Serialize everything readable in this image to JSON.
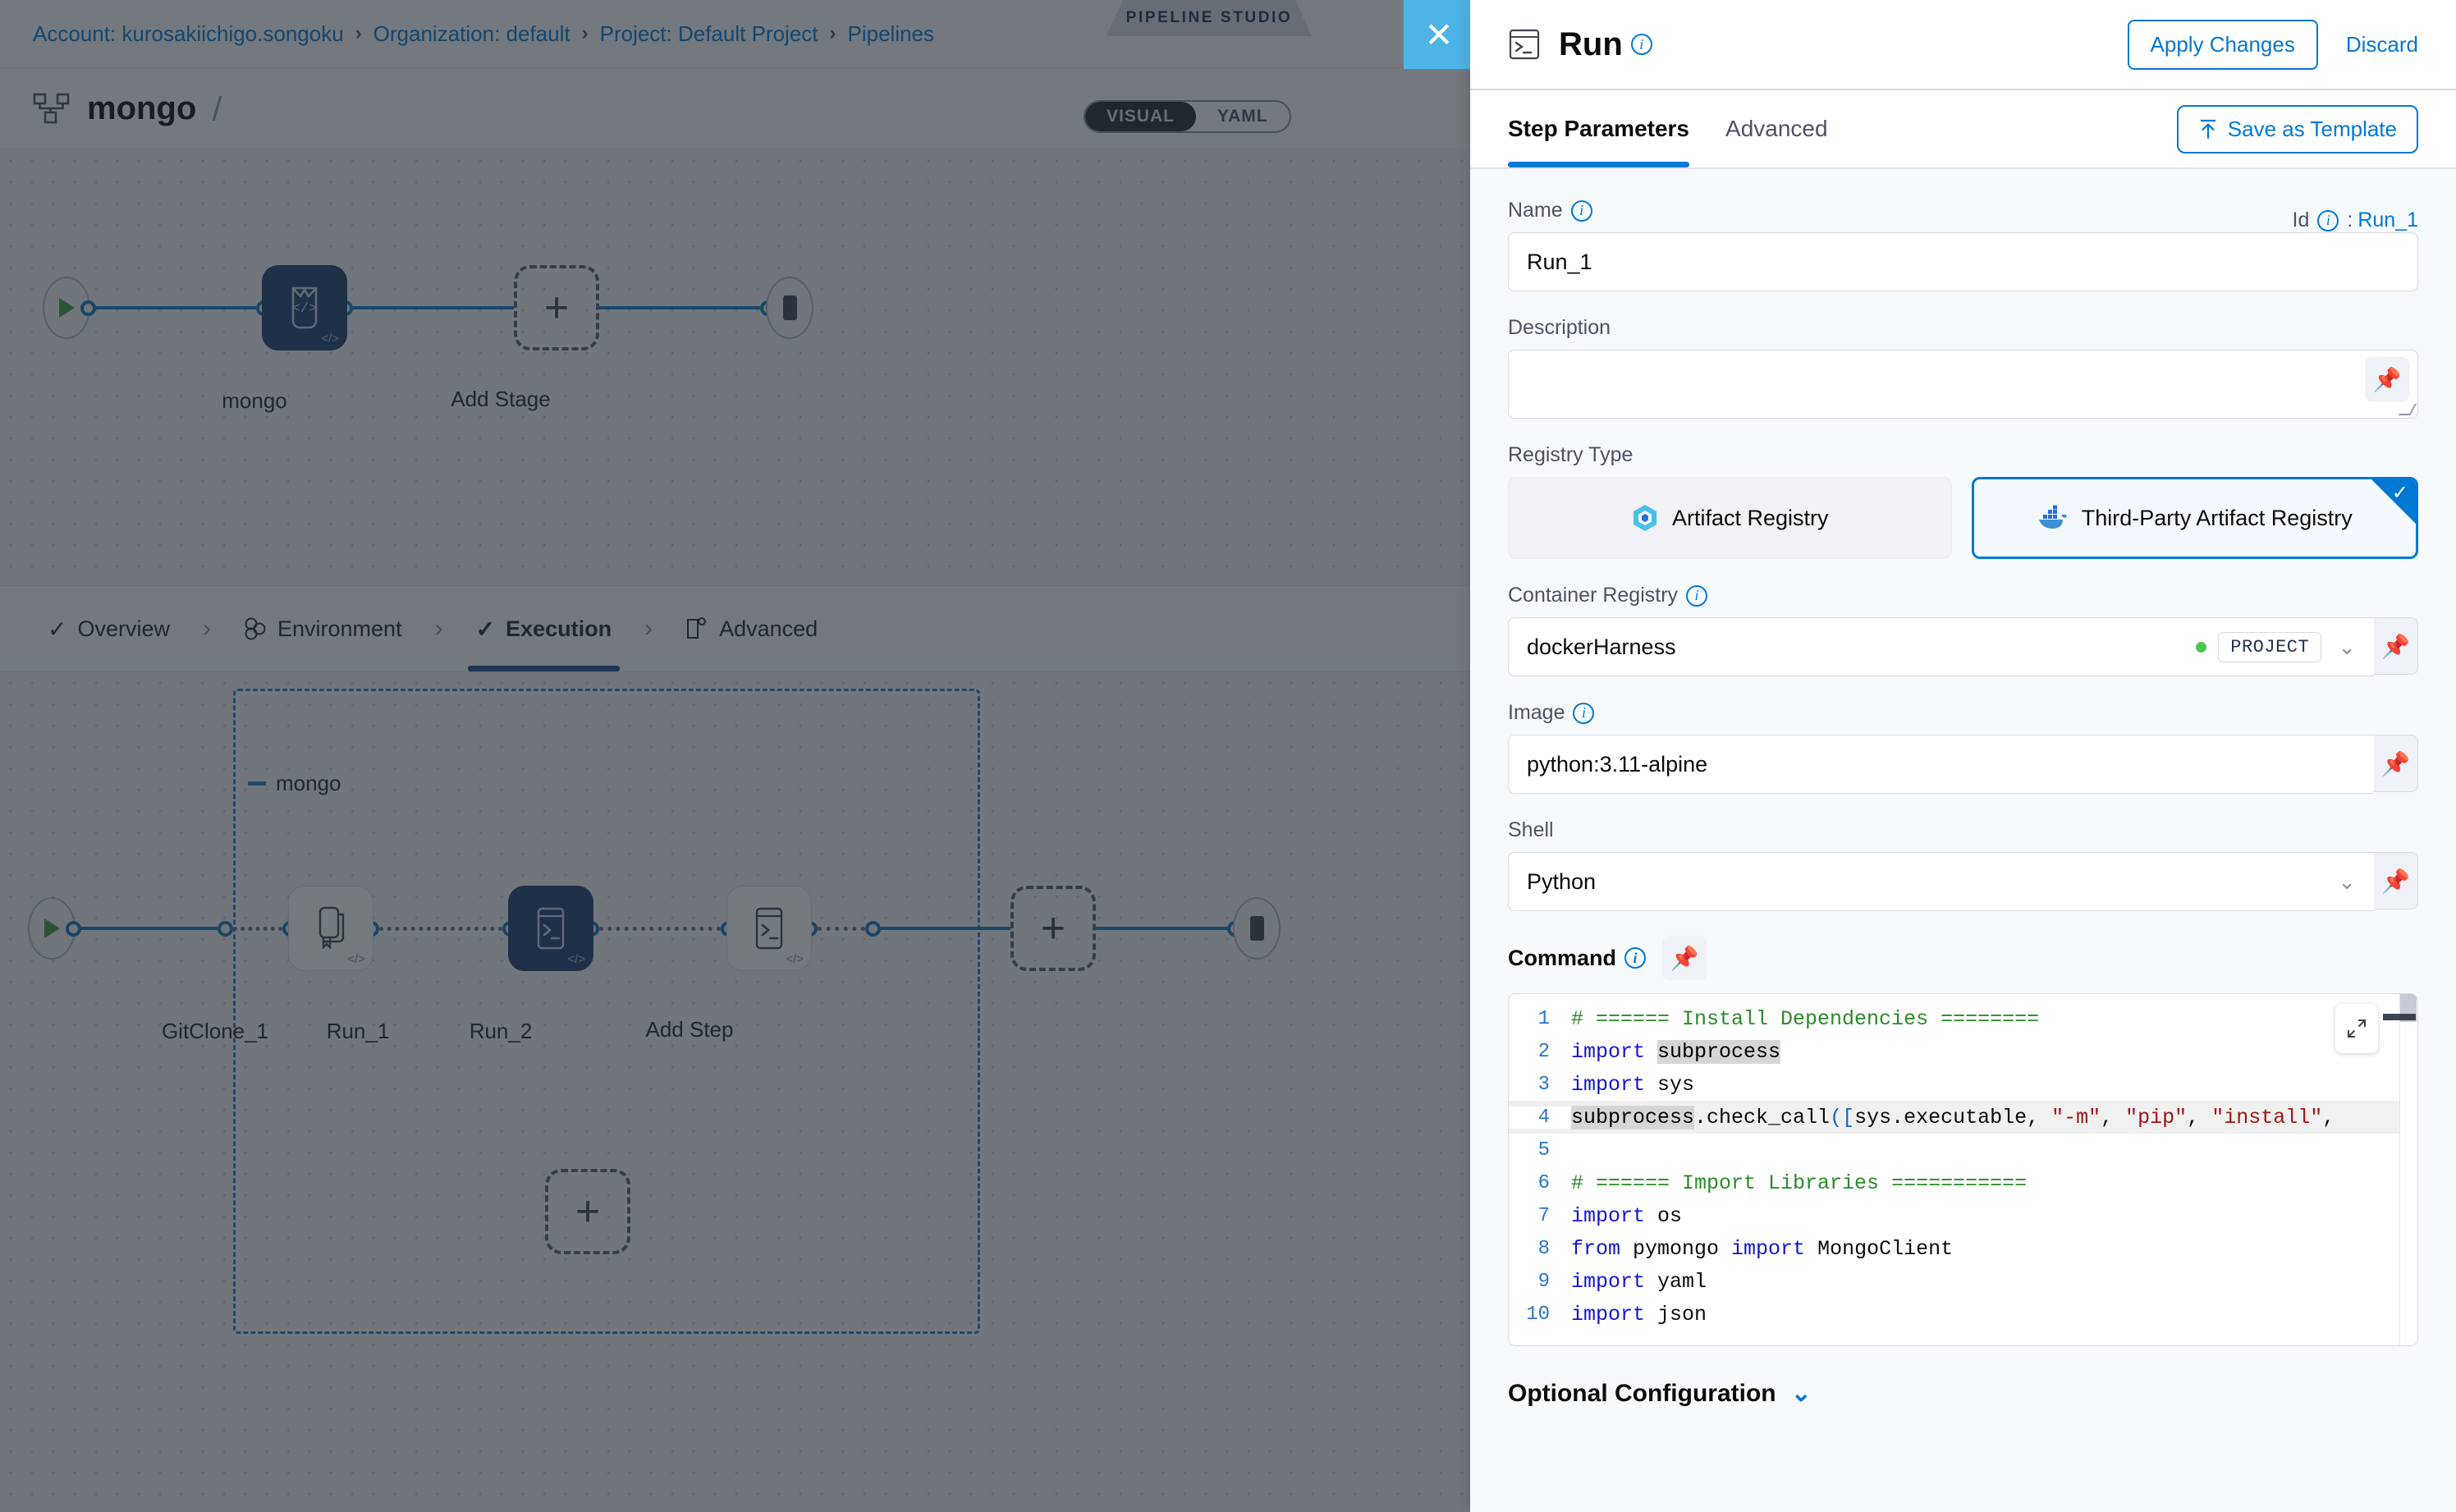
{
  "breadcrumb": {
    "items": [
      {
        "label": "Account: kurosakiichigo.songoku"
      },
      {
        "label": "Organization: default"
      },
      {
        "label": "Project: Default Project"
      },
      {
        "label": "Pipelines"
      }
    ],
    "separator": "›"
  },
  "studio_badge": "PIPELINE STUDIO",
  "close_icon": "✕",
  "pipeline": {
    "title": "mongo",
    "edit_icon": "pencil-icon",
    "view_toggle": {
      "options": [
        "VISUAL",
        "YAML"
      ],
      "selected": "VISUAL"
    }
  },
  "stage_graph": {
    "nodes": [
      {
        "label": "mongo",
        "type": "stage",
        "selected": true
      },
      {
        "label": "Add Stage",
        "type": "add",
        "selected": false
      }
    ]
  },
  "stage_tabs": {
    "items": [
      {
        "label": "Overview",
        "icon": "check-icon",
        "active": false
      },
      {
        "label": "Environment",
        "icon": "infrastructure-icon",
        "active": false
      },
      {
        "label": "Execution",
        "icon": "check-icon",
        "active": true
      },
      {
        "label": "Advanced",
        "icon": "advanced-icon",
        "active": false
      }
    ],
    "separator": "›"
  },
  "execution_graph": {
    "group_label": "mongo",
    "steps": [
      {
        "label": "GitClone_1",
        "icon": "git-clone-icon",
        "selected": false
      },
      {
        "label": "Run_1",
        "icon": "terminal-icon",
        "selected": true
      },
      {
        "label": "Run_2",
        "icon": "terminal-icon",
        "selected": false
      },
      {
        "label": "Add Step",
        "icon": "plus-icon",
        "selected": false
      }
    ],
    "add_parallel_label": "+"
  },
  "panel": {
    "icon": "terminal-icon",
    "title": "Run",
    "apply_label": "Apply Changes",
    "discard_label": "Discard",
    "tabs": [
      {
        "label": "Step Parameters",
        "active": true
      },
      {
        "label": "Advanced",
        "active": false
      }
    ],
    "save_template_label": "Save as Template",
    "save_template_icon": "upload-icon",
    "name": {
      "label": "Name",
      "value": "Run_1",
      "id_label": "Id",
      "id_separator": ":",
      "id_value": "Run_1"
    },
    "description": {
      "label": "Description",
      "value": "",
      "pin_icon": "pin-icon"
    },
    "registry_type": {
      "label": "Registry Type",
      "options": [
        {
          "label": "Artifact Registry",
          "icon": "harness-artifact-icon",
          "selected": false
        },
        {
          "label": "Third-Party Artifact Registry",
          "icon": "docker-icon",
          "selected": true
        }
      ],
      "selected_check": "✓"
    },
    "container_registry": {
      "label": "Container Registry",
      "value": "dockerHarness",
      "scope_badge": "PROJECT",
      "status": "connected",
      "pin_icon": "pin-icon"
    },
    "image": {
      "label": "Image",
      "value": "python:3.11-alpine",
      "pin_icon": "pin-icon"
    },
    "shell": {
      "label": "Shell",
      "value": "Python",
      "pin_icon": "pin-icon"
    },
    "command": {
      "label": "Command",
      "pin_icon": "pin-icon",
      "expand_icon": "expand-icon",
      "lines": [
        {
          "n": "1",
          "tokens": [
            {
              "t": "# ====== Install Dependencies ========",
              "c": "tok-com"
            }
          ]
        },
        {
          "n": "2",
          "tokens": [
            {
              "t": "import ",
              "c": "tok-kw"
            },
            {
              "t": "subprocess",
              "c": "tok-hl"
            }
          ]
        },
        {
          "n": "3",
          "tokens": [
            {
              "t": "import ",
              "c": "tok-kw"
            },
            {
              "t": "sys",
              "c": "tok-fn"
            }
          ]
        },
        {
          "n": "4",
          "highlight": true,
          "tokens": [
            {
              "t": "subprocess",
              "c": "tok-hl"
            },
            {
              "t": ".check_call",
              "c": "tok-fn"
            },
            {
              "t": "([",
              "c": "tok-br"
            },
            {
              "t": "sys.executable, ",
              "c": "tok-fn"
            },
            {
              "t": "\"-m\"",
              "c": "tok-str"
            },
            {
              "t": ", ",
              "c": "tok-fn"
            },
            {
              "t": "\"pip\"",
              "c": "tok-str"
            },
            {
              "t": ", ",
              "c": "tok-fn"
            },
            {
              "t": "\"install\"",
              "c": "tok-str"
            },
            {
              "t": ",",
              "c": "tok-fn"
            }
          ]
        },
        {
          "n": "5",
          "tokens": []
        },
        {
          "n": "6",
          "tokens": [
            {
              "t": "# ====== Import Libraries ===========",
              "c": "tok-com"
            }
          ]
        },
        {
          "n": "7",
          "tokens": [
            {
              "t": "import ",
              "c": "tok-kw"
            },
            {
              "t": "os",
              "c": "tok-fn"
            }
          ]
        },
        {
          "n": "8",
          "tokens": [
            {
              "t": "from ",
              "c": "tok-kw"
            },
            {
              "t": "pymongo ",
              "c": "tok-fn"
            },
            {
              "t": "import ",
              "c": "tok-kw"
            },
            {
              "t": "MongoClient",
              "c": "tok-fn"
            }
          ]
        },
        {
          "n": "9",
          "tokens": [
            {
              "t": "import ",
              "c": "tok-kw"
            },
            {
              "t": "yaml",
              "c": "tok-fn"
            }
          ]
        },
        {
          "n": "10",
          "tokens": [
            {
              "t": "import ",
              "c": "tok-kw"
            },
            {
              "t": "json",
              "c": "tok-fn"
            }
          ]
        }
      ]
    },
    "optional_configuration": {
      "label": "Optional Configuration",
      "chevron": "⌄"
    }
  },
  "colors": {
    "accent_blue": "#0278d5",
    "selected_node": "#1d3f6e",
    "close_button": "#4eb4e8",
    "connector": "#0c78bd",
    "status_green": "#4dc553"
  }
}
